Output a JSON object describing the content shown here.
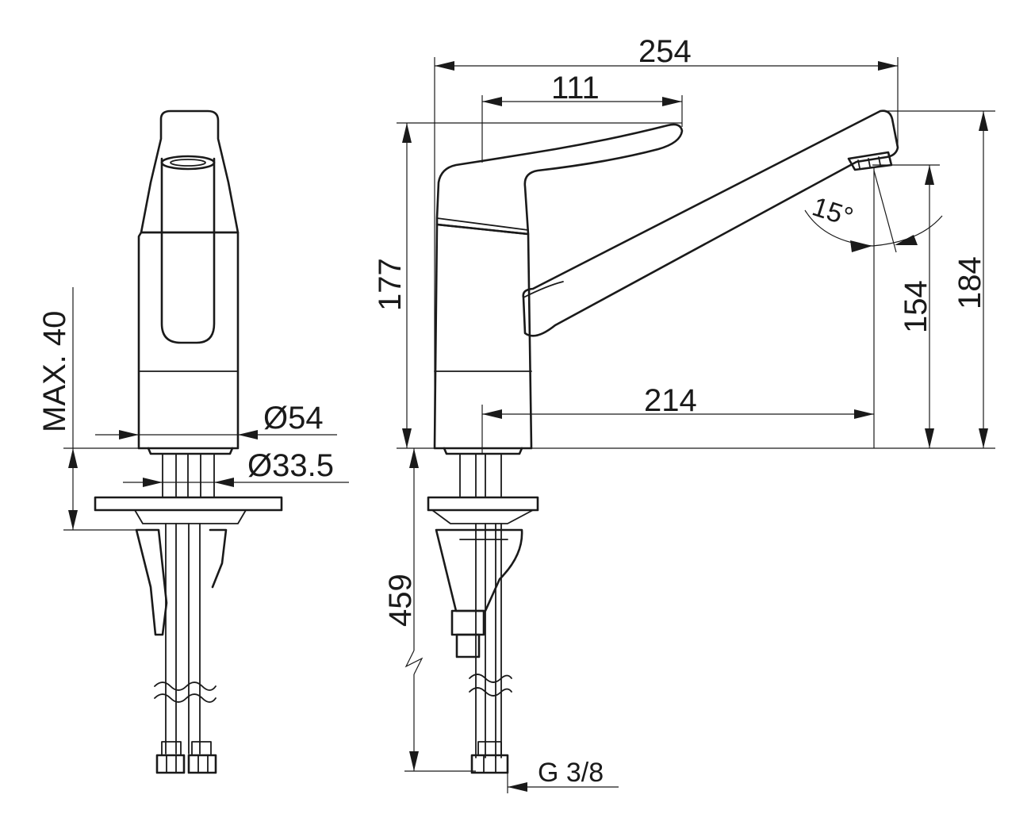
{
  "dimensions": {
    "overall_length": "254",
    "lever_length": "111",
    "body_height": "177",
    "spout_outlet_height": "154",
    "total_height": "184",
    "spout_reach": "214",
    "swivel_angle": "15°",
    "max_deck_thickness": "MAX. 40",
    "base_diameter": "Ø54",
    "shank_diameter": "Ø33.5",
    "hose_length": "459",
    "connection_thread": "G 3/8"
  }
}
